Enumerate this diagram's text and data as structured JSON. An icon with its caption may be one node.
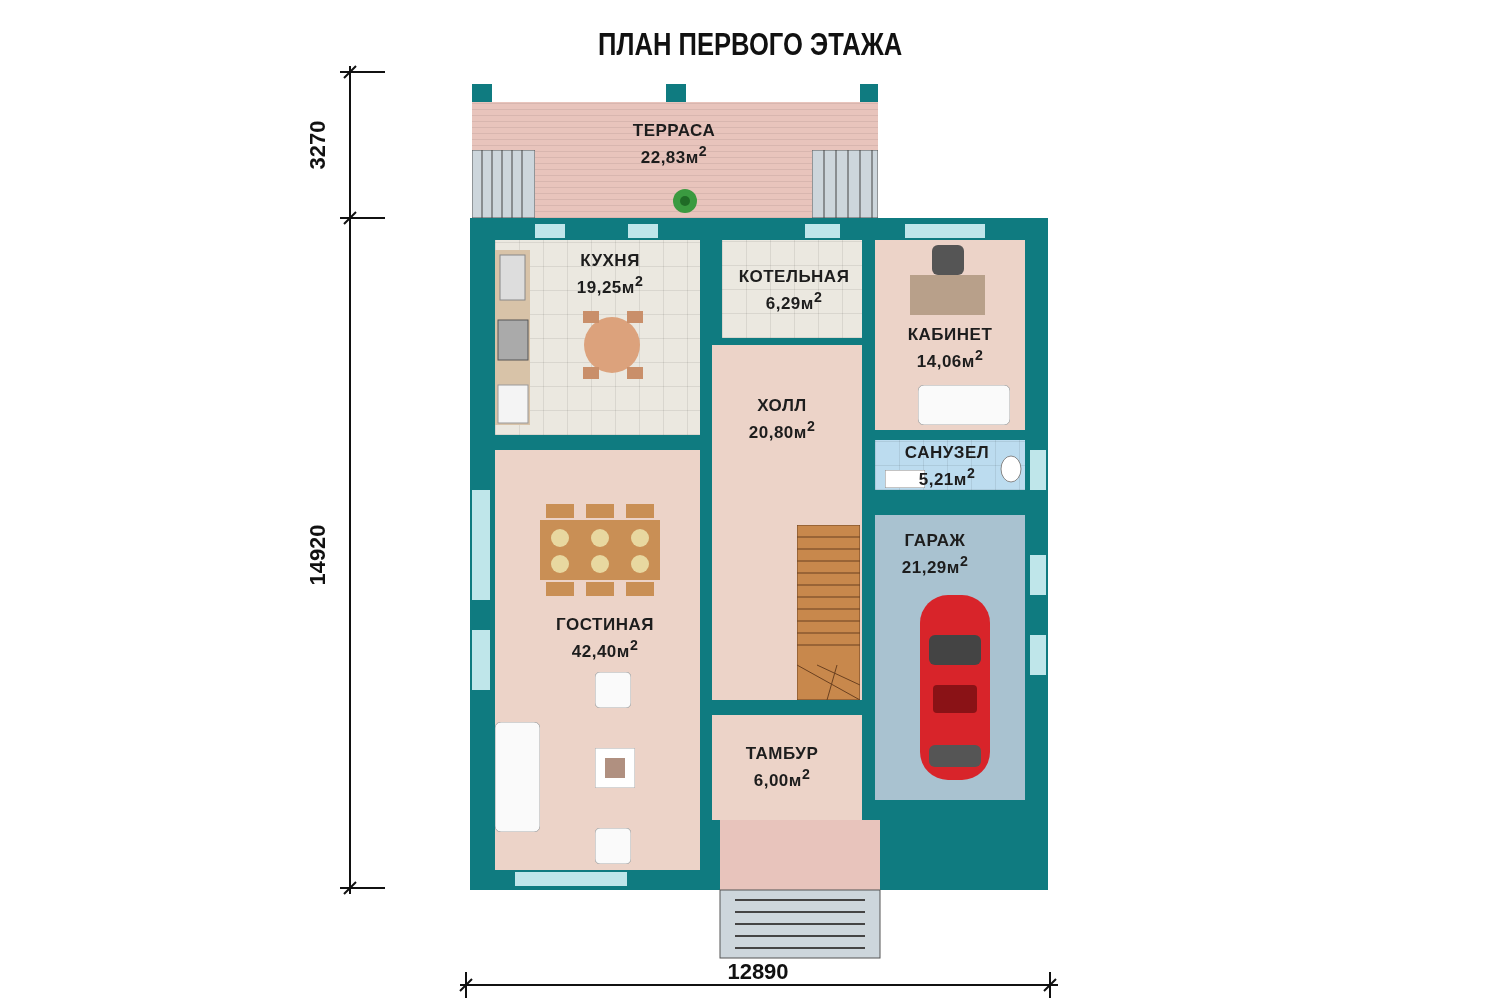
{
  "diagram": {
    "title": "ПЛАН ПЕРВОГО ЭТАЖА",
    "nodes": [
      {
        "text": [
          "ТЕРРАСА",
          "22,83м$^{2}$"
        ]
      },
      {
        "text": [
          "КУХНЯ",
          "19,25м$^{2}$"
        ]
      },
      {
        "text": [
          "КОТЕЛЬНАЯ",
          "6,29м$^{2}$"
        ]
      },
      {
        "text": [
          "КАБИНЕТ",
          "14,06м$^{2}$"
        ]
      },
      {
        "text": [
          "ХОЛЛ",
          "20,80м$^{2}$"
        ]
      },
      {
        "text": [
          "САНУЗЕЛ",
          "5,21м$^{2}$"
        ]
      },
      {
        "text": [
          "ГАРАЖ",
          "21,29м$^{2}$"
        ]
      },
      {
        "text": [
          "ГОСТИНАЯ",
          "42,40м$^{2}$"
        ]
      },
      {
        "text": [
          "ТАМБУР",
          "6,00м$^{2}$"
        ]
      }
    ],
    "edges": [],
    "labels": [
      "3270",
      "14920",
      "12890"
    ]
  }
}
